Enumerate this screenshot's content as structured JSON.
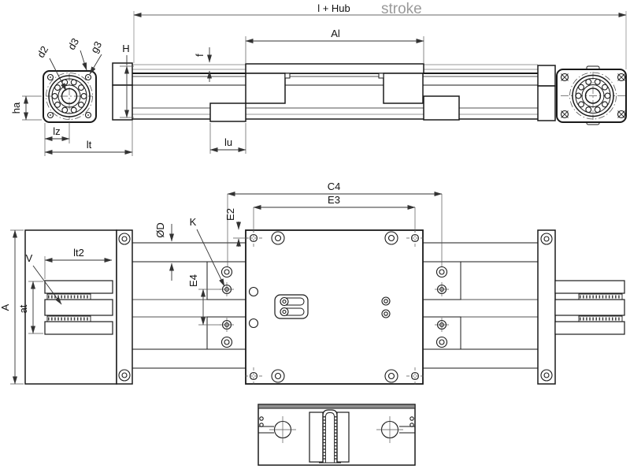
{
  "colors": {
    "line": "#1a1a1a",
    "dim": "#333333",
    "gray": "#9a9a9a",
    "background": "#ffffff"
  },
  "side_view": {
    "dim_overall": "l + Hub",
    "dim_overall_en": "stroke",
    "dim_al": "Al",
    "label_d2": "d2",
    "label_d3": "d3",
    "label_g3": "g3",
    "dim_h": "H",
    "dim_f": "f",
    "dim_ha": "ha",
    "dim_lz": "lz",
    "dim_lt": "lt",
    "dim_lu": "lu"
  },
  "plan_view": {
    "dim_c4": "C4",
    "dim_e3": "E3",
    "dim_e2": "E2",
    "dim_od": "ØD",
    "label_k": "K",
    "dim_e4": "E4",
    "dim_lt2": "lt2",
    "label_v": "V",
    "dim_a": "A",
    "dim_at": "at"
  },
  "end_view": {}
}
